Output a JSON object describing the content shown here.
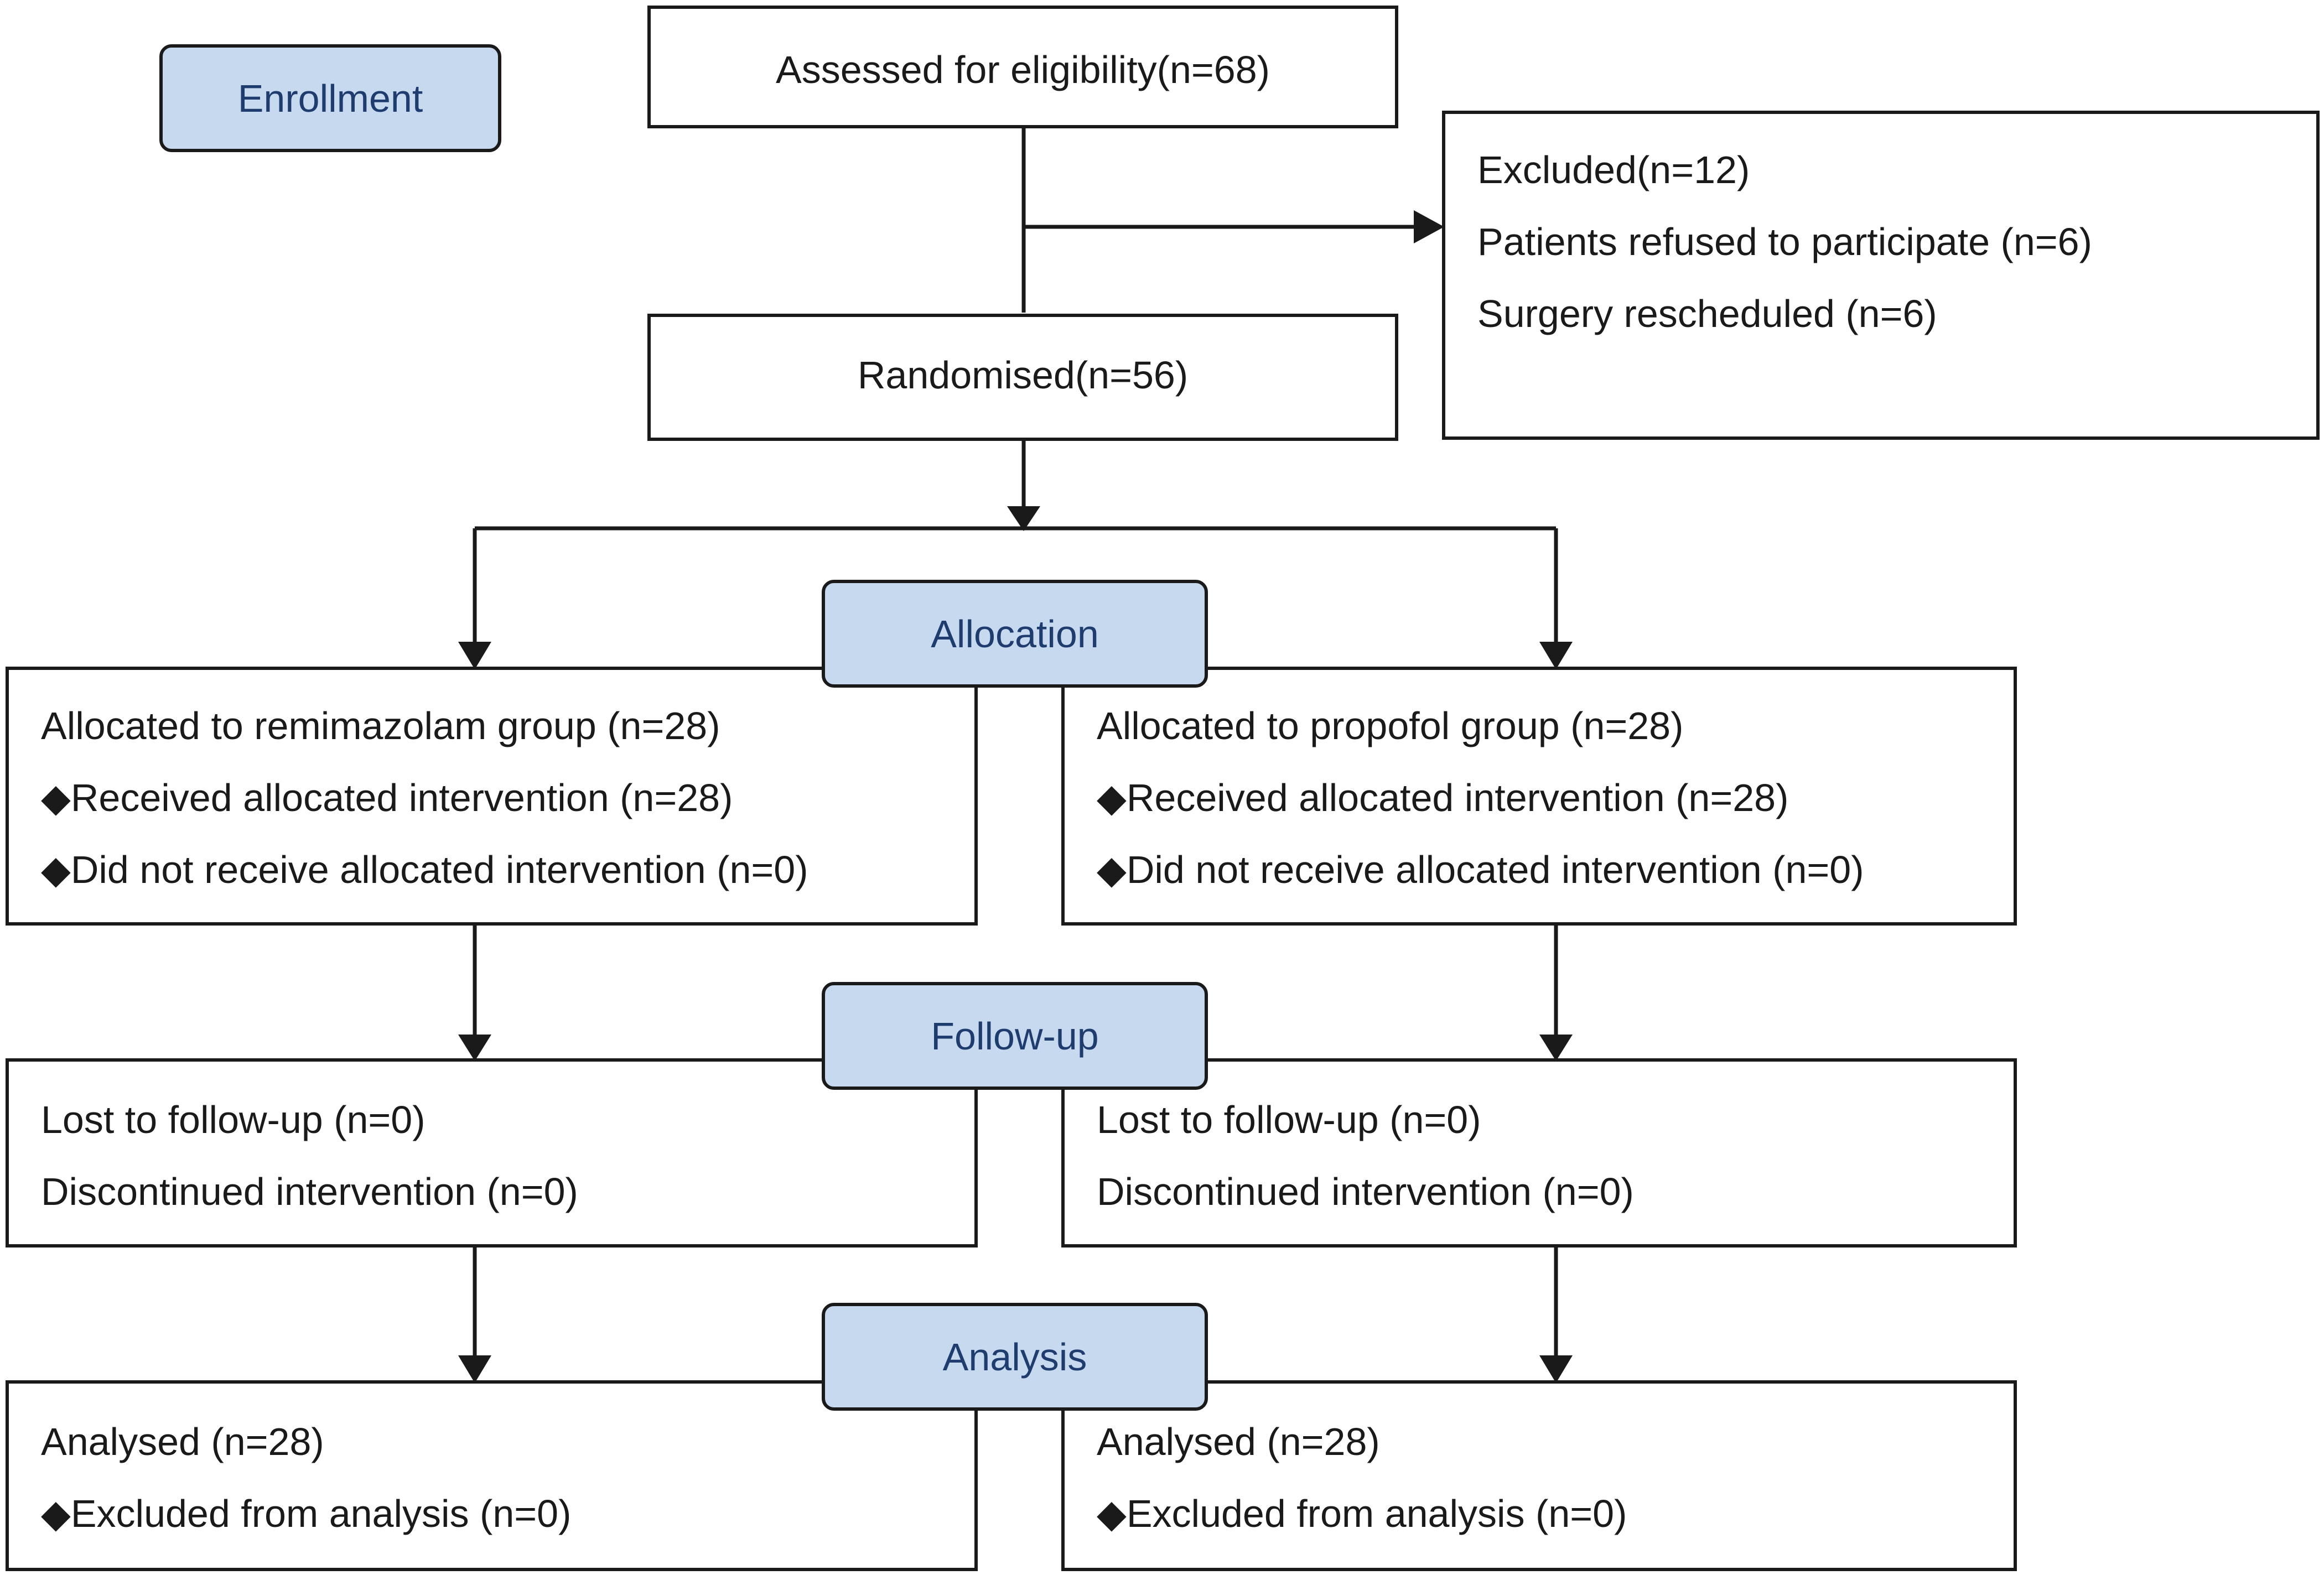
{
  "stages": {
    "enrollment": "Enrollment",
    "allocation": "Allocation",
    "follow_up": "Follow-up",
    "analysis": "Analysis"
  },
  "enrollment": {
    "assessed": "Assessed for eligibility(n=68)",
    "excluded": {
      "title": "Excluded(n=12)",
      "reasons": [
        "Patients refused to participate (n=6)",
        "Surgery rescheduled (n=6)"
      ]
    },
    "randomised": "Randomised(n=56)"
  },
  "groups": [
    {
      "allocation": {
        "title": "Allocated to remimazolam group (n=28)",
        "received": "◆Received allocated intervention (n=28)",
        "not_received": "◆Did not receive allocated intervention (n=0)"
      },
      "follow_up": {
        "lost": "Lost to follow-up (n=0)",
        "discontinued": "Discontinued intervention (n=0)"
      },
      "analysis": {
        "analysed": "Analysed (n=28)",
        "excluded": "◆Excluded from analysis (n=0)"
      }
    },
    {
      "allocation": {
        "title": "Allocated to propofol group (n=28)",
        "received": "◆Received allocated intervention (n=28)",
        "not_received": "◆Did not receive allocated intervention (n=0)"
      },
      "follow_up": {
        "lost": "Lost to follow-up (n=0)",
        "discontinued": "Discontinued intervention (n=0)"
      },
      "analysis": {
        "analysed": "Analysed (n=28)",
        "excluded": "◆Excluded from analysis (n=0)"
      }
    }
  ],
  "colors": {
    "stage_fill": "#c6d9ee",
    "stage_text": "#1f3c6e",
    "line": "#1a1a1a"
  }
}
